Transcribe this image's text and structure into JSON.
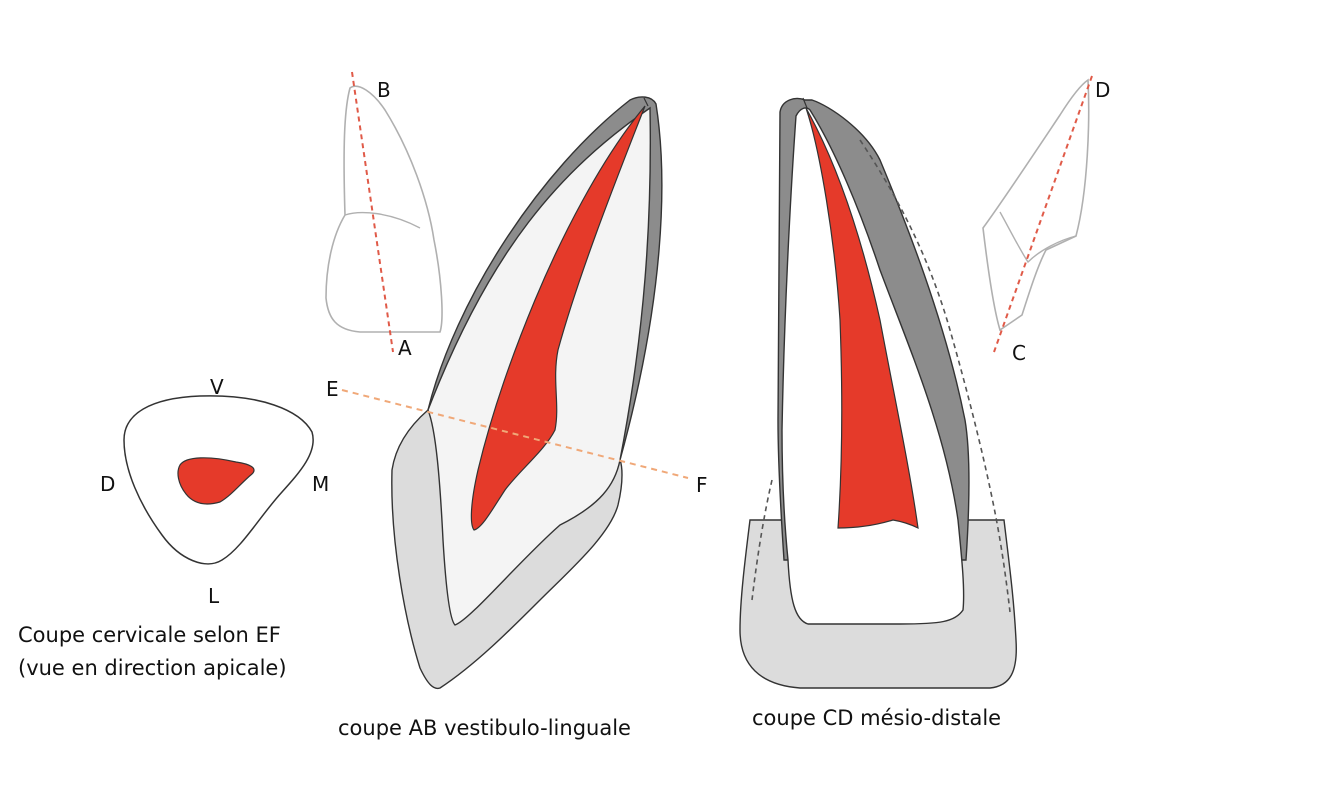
{
  "colors": {
    "pulp": "#e53a2a",
    "enamel": "#8c8c8c",
    "dentin": "#f4f4f4",
    "root": "#dcdcdc",
    "section_line_ab_cd": "#e05a48",
    "section_line_ef": "#f0a878"
  },
  "small_tooth_ab": {
    "label_b": "B",
    "label_a": "A"
  },
  "small_tooth_cd": {
    "label_d": "D",
    "label_c": "C"
  },
  "section_line_ef": {
    "label_e": "E",
    "label_f": "F"
  },
  "cross_section": {
    "label_v": "V",
    "label_d": "D",
    "label_m": "M",
    "label_l": "L",
    "caption_line1": "Coupe cervicale selon EF",
    "caption_line2": "(vue en direction apicale)"
  },
  "section_ab": {
    "caption": "coupe AB vestibulo-linguale"
  },
  "section_cd": {
    "caption": "coupe CD mésio-distale"
  }
}
